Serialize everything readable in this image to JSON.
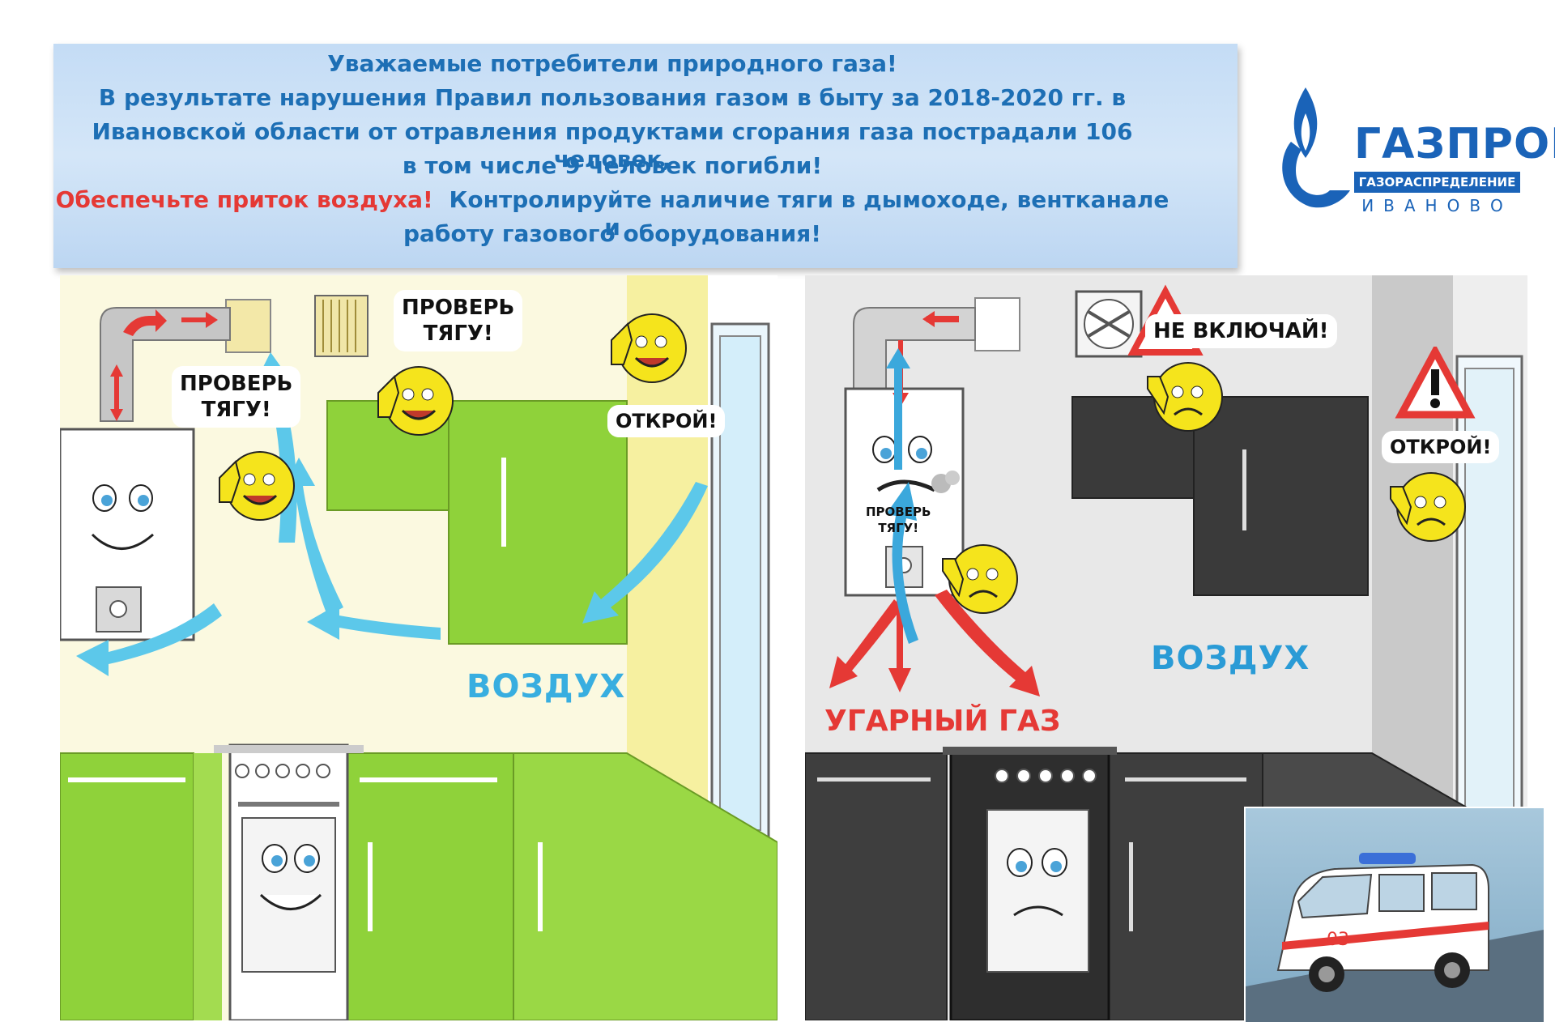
{
  "header": {
    "line1": "Уважаемые потребители природного газа!",
    "line2": "В результате нарушения Правил пользования газом в быту за 2018-2020 гг. в",
    "line3": "Ивановской области от отравления продуктами сгорания газа пострадали 106 человек,",
    "line4": "в том числе 9 человек погибли!",
    "line5_red": "Обеспечьте приток воздуха!",
    "line5_blue": "Контролируйте наличие тяги в дымоходе, вентканале и",
    "line6": "работу газового оборудования!"
  },
  "logo": {
    "brand": "ГАЗПРОМ",
    "sub": "ГАЗОРАСПРЕДЕЛЕНИЕ",
    "city": "ИВАНОВО"
  },
  "left_panel": {
    "check_draft_1": "ПРОВЕРЬ\nТЯГУ!",
    "check_draft_2": "ПРОВЕРЬ\nТЯГУ!",
    "open": "ОТКРОЙ!",
    "air": "ВОЗДУХ"
  },
  "right_panel": {
    "dont_switch_on": "НЕ ВКЛЮЧАЙ!",
    "check_draft": "ПРОВЕРЬ\nТЯГУ!",
    "open": "ОТКРОЙ!",
    "air": "ВОЗДУХ",
    "co_gas": "УГАРНЫЙ ГАЗ"
  },
  "ambulance": {
    "number": "03"
  },
  "colors": {
    "header_text": "#1d6fb5",
    "warning_red": "#e53935",
    "air_blue": "#38aee0",
    "cabinet_green": "#8fd23a",
    "cabinet_dark": "#3a3a3a"
  }
}
